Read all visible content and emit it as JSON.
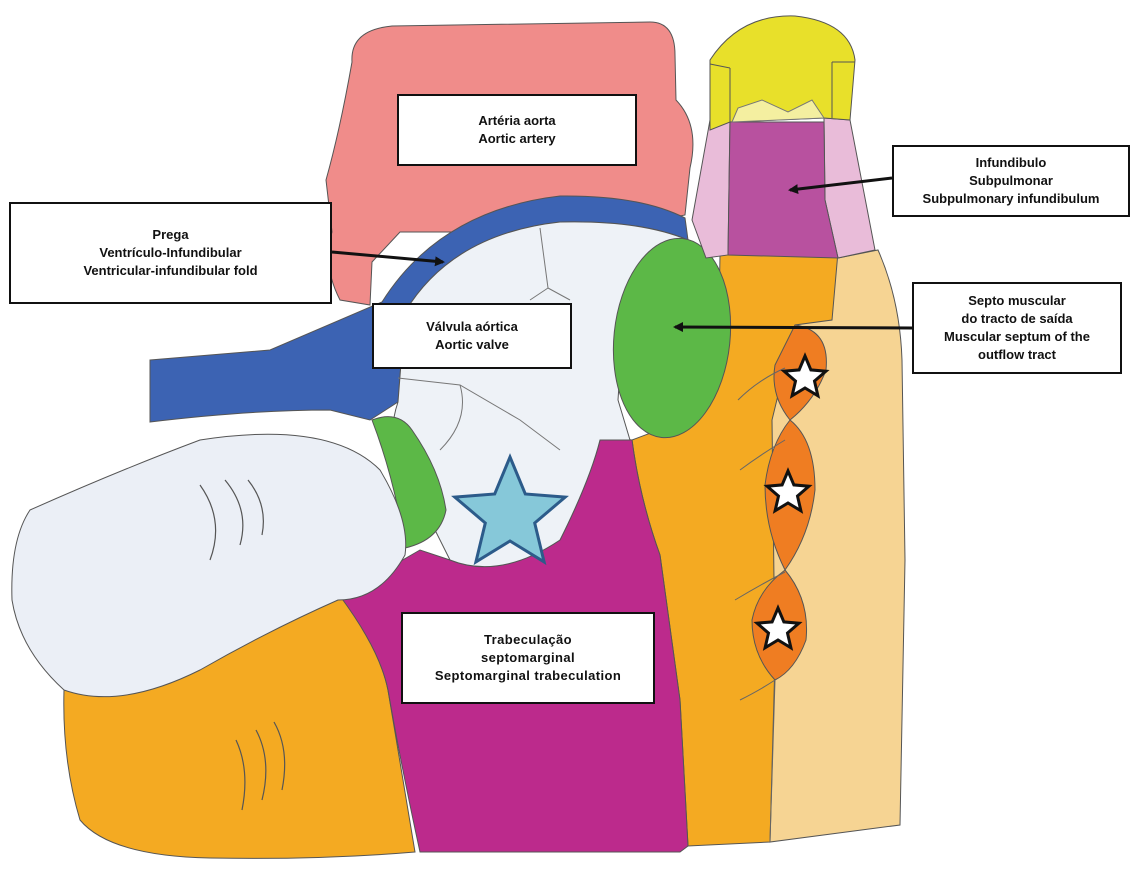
{
  "labels": {
    "aorta": {
      "pt": "Artéria aorta",
      "en": "Aortic artery"
    },
    "infundibulum": {
      "pt1": "Infundibulo",
      "pt2": "Subpulmonar",
      "en": "Subpulmonary infundibulum"
    },
    "fold": {
      "pt1": "Prega",
      "pt2": "Ventrículo-Infundibular",
      "en": "Ventricular-infundibular fold"
    },
    "septum": {
      "pt1": "Septo muscular",
      "pt2": "do tracto de saída",
      "en1": "Muscular septum of the",
      "en2": "outflow tract"
    },
    "valve": {
      "pt": "Válvula aórtica",
      "en": "Aortic valve"
    },
    "trabeculation": {
      "pt1": "Trabeculação",
      "pt2": "septomarginal",
      "en": "Septomarginal trabeculation"
    }
  },
  "colors": {
    "aorta": "#f08c8a",
    "pulmonary_cap": "#e8e02a",
    "pulmonary_inner": "#f4efa0",
    "infundibulum": "#b8519f",
    "infundibulum_side": "#e9bcd9",
    "fold": "#3c63b3",
    "valve": "#eef2f7",
    "septum": "#5cb847",
    "ventricle_wall": "#f4aa22",
    "ventricle_right": "#f6d493",
    "trabeculation": "#bc2a8c",
    "orange_segments": "#ef7d22",
    "leaflet": "#ebeff6",
    "vsd_star": "#86c8d9",
    "arrows": "#111111"
  },
  "icons": {
    "vsd_marker": "blue-star-icon",
    "septum_markers": "white-star-icon"
  }
}
